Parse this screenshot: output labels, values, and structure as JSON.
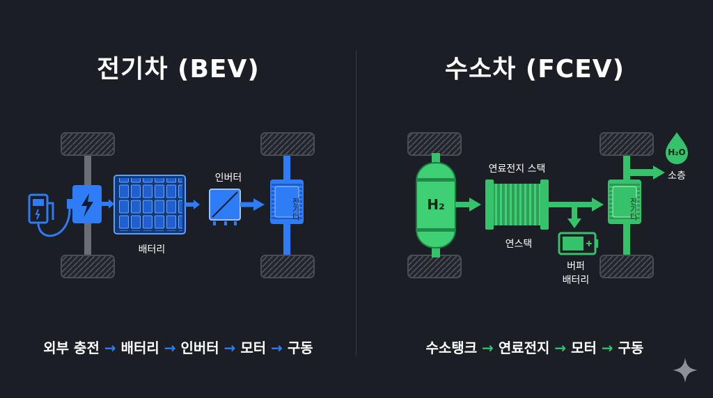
{
  "bev": {
    "title": "전기차 (BEV)",
    "label_inverter": "인버터",
    "label_battery": "배터리",
    "label_motor_vertical": "전기터",
    "flow": [
      "외부 충전",
      "배터리",
      "인버터",
      "모터",
      "구동"
    ]
  },
  "fcev": {
    "title": "수소차 (FCEV)",
    "label_stack": "연료전지 스택",
    "label_stack_under": "연스택",
    "label_buffer_line1": "버퍼",
    "label_buffer_line2": "배터리",
    "label_exhaust": "소층",
    "label_h2": "H₂",
    "label_water": "H₂O",
    "label_motor_vertical": "전기터",
    "flow": [
      "수소탱크",
      "연료전지",
      "모터",
      "구동"
    ]
  },
  "flow_arrow": "→",
  "colors": {
    "bev_accent": "#2e7cf6",
    "fcev_accent": "#36c26a",
    "background": "#1c1e26",
    "wheel": "#2a2c33"
  },
  "icons": [
    "fuel-pump-icon",
    "lightning-icon",
    "sparkle-logo-icon"
  ]
}
